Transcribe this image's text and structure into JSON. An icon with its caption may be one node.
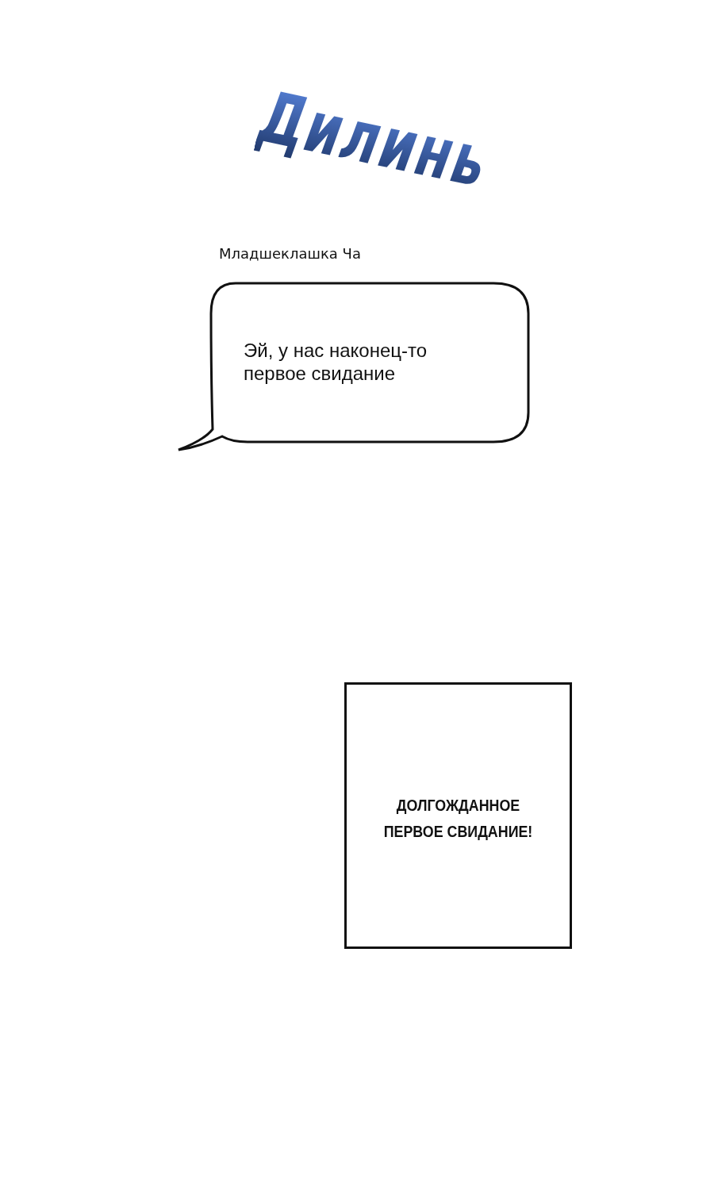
{
  "diagram": {
    "nodes": [
      {
        "text": [
          "Эй, у нас наконец-то первое свидание"
        ],
        "beside": [
          "Младшеклашка Ча"
        ]
      },
      {
        "text": [
          "ДОЛГОЖДАННОЕ ПЕРВОЕ СВИДАНИЕ!"
        ]
      }
    ],
    "labels": [
      "Дилинь"
    ]
  }
}
